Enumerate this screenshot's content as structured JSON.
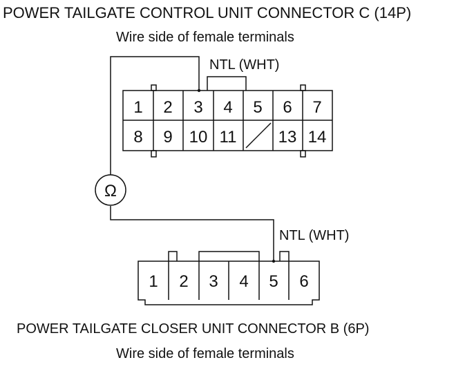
{
  "connector_c": {
    "title": "POWER TAILGATE CONTROL UNIT CONNECTOR C (14P)",
    "subtitle": "Wire side of female terminals",
    "wire_label": "NTL (WHT)",
    "row1": [
      "1",
      "2",
      "3",
      "4",
      "5",
      "6",
      "7"
    ],
    "row2": [
      "8",
      "9",
      "10",
      "11",
      "",
      "13",
      "14"
    ]
  },
  "meter": {
    "symbol": "Ω"
  },
  "connector_b": {
    "title": "POWER TAILGATE CLOSER UNIT CONNECTOR B (6P)",
    "subtitle": "Wire side of female terminals",
    "wire_label": "NTL (WHT)",
    "pins": [
      "1",
      "2",
      "3",
      "4",
      "5",
      "6"
    ]
  }
}
